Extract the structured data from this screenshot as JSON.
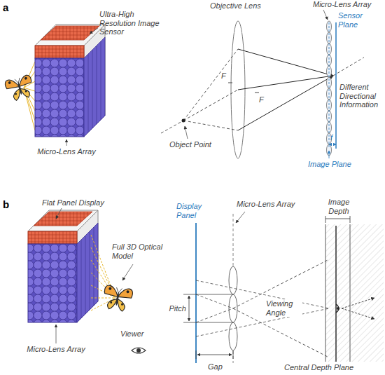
{
  "diagram": {
    "labels": [
      "a",
      "Ultra-High Resolution Image Sensor",
      "Objective Lens",
      "Micro-Lens Array",
      "Sensor Plane",
      "F",
      "Different Directional Information",
      "F",
      "Object Point",
      "f",
      "Micro-Lens Array",
      "Image Plane",
      "b",
      "Display Panel",
      "Micro-Lens Array",
      "Image Depth",
      "Flat Panel Display",
      "Full 3D Optical Model",
      "Pitch",
      "Viewing Angle",
      "Viewer",
      "Micro-Lens Array",
      "Gap",
      "Central Depth Plane"
    ]
  }
}
